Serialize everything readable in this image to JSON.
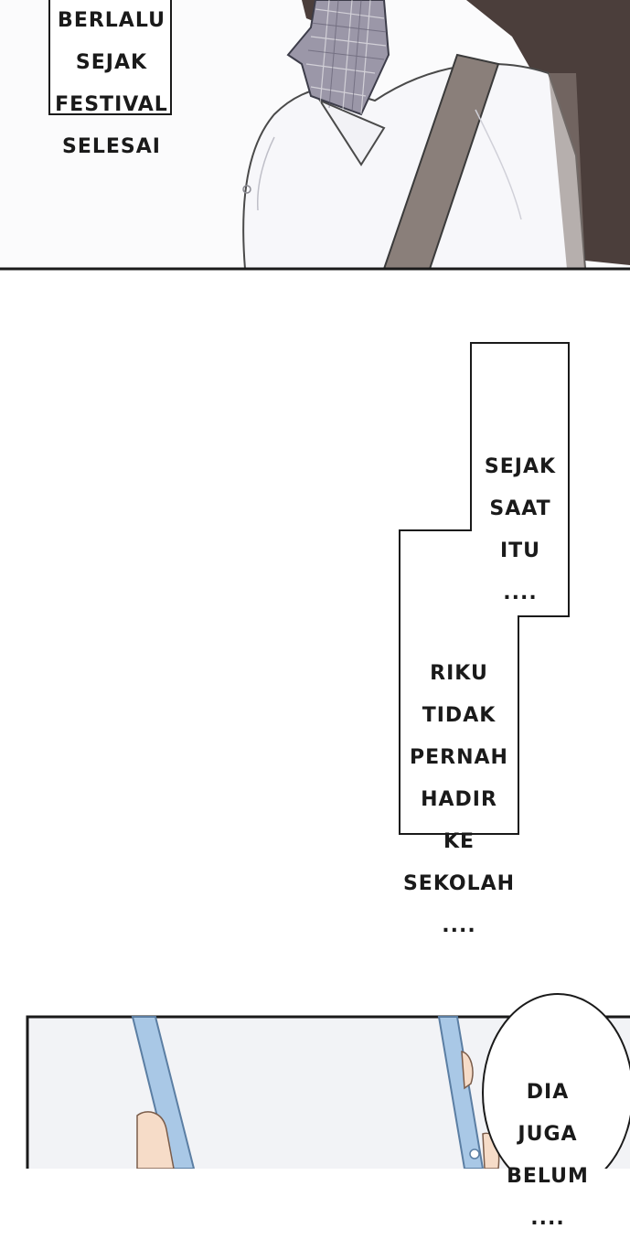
{
  "panel_top": {
    "caption_lines": [
      "BERLALU",
      "SEJAK",
      "FESTIVAL",
      "SELESAI"
    ]
  },
  "panel_middle": {
    "caption_upper_lines": [
      "SEJAK",
      "SAAT",
      "ITU",
      "...."
    ],
    "caption_lower_lines": [
      "RIKU",
      "TIDAK",
      "PERNAH",
      "HADIR",
      "KE",
      "SEKOLAH",
      "...."
    ]
  },
  "panel_bottom": {
    "speech_bubble_lines": [
      "DIA",
      "JUGA",
      "BELUM",
      "...."
    ]
  },
  "colors": {
    "border": "#1a1a1a",
    "uniform_shirt": "#f7f7fa",
    "ribbon": "#8e8a9c",
    "strap": "#8a7f7a",
    "hair": "#4a3d3a",
    "phone_frame": "#a9c8e6",
    "skin": "#f6dcc8"
  }
}
